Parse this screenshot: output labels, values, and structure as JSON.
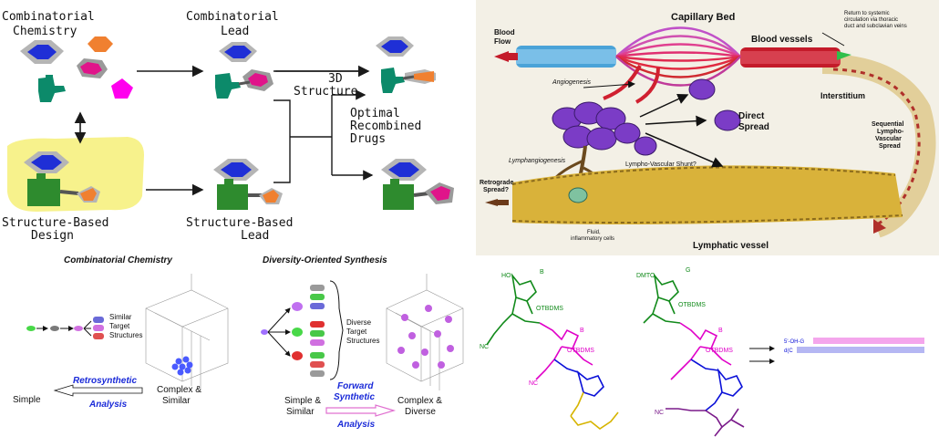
{
  "top_left": {
    "combinatorial_chemistry": [
      "Combinatorial",
      "Chemistry"
    ],
    "combinatorial_lead": [
      "Combinatorial",
      "Lead"
    ],
    "structure_3d": [
      "3D",
      "Structure"
    ],
    "optimal": [
      "Optimal",
      "Recombined",
      "Drugs"
    ],
    "structure_based_design": [
      "Structure-Based",
      "Design"
    ],
    "structure_based_lead": [
      "Structure-Based",
      "Lead"
    ]
  },
  "top_right": {
    "capillary_bed": "Capillary Bed",
    "blood_flow": [
      "Blood",
      "Flow"
    ],
    "blood_vessels": "Blood vessels",
    "return_note": [
      "Return to systemic",
      "circulation via thoracic",
      "duct and subclavian veins"
    ],
    "interstitium": "Interstitium",
    "angiogenesis": "Angiogenesis",
    "direct_spread": [
      "Direct",
      "Spread"
    ],
    "sequential": [
      "Sequential",
      "Lympho-",
      "Vascular",
      "Spread"
    ],
    "lymphangiogenesis": "Lymphangiogenesis",
    "lympho_vascular_shunt": "Lympho-Vascular Shunt?",
    "retrograde": [
      "Retrograde",
      "Spread?"
    ],
    "fluid": [
      "Fluid,",
      "inflammatory cells"
    ],
    "lymphatic_vessel": "Lymphatic vessel"
  },
  "bottom_left": {
    "combinatorial_title": "Combinatorial Chemistry",
    "dos_title": "Diversity-Oriented Synthesis",
    "similar_target": [
      "Similar",
      "Target",
      "Structures"
    ],
    "diverse_target": [
      "Diverse",
      "Target",
      "Structures"
    ],
    "simple": "Simple",
    "retrosynthetic": [
      "Retrosynthetic",
      "Analysis"
    ],
    "complex_similar": [
      "Complex &",
      "Similar"
    ],
    "simple_similar": [
      "Simple &",
      "Similar"
    ],
    "forward_synthetic": [
      "Forward",
      "Synthetic",
      "Analysis"
    ],
    "complex_diverse": [
      "Complex &",
      "Diverse"
    ]
  },
  "bottom_right": {
    "left_top_labels": [
      "HO",
      "B",
      "OTBDMS"
    ],
    "left_mid_labels": [
      "B",
      "OTBDMS"
    ],
    "right_top_labels": [
      "DMTO",
      "G",
      "OTBDMS"
    ],
    "right_mid_labels": [
      "B",
      "OTBDMS"
    ],
    "nc": "NC",
    "formula_line1": "5'-OH-G",
    "formula_line2": "d(C"
  },
  "colors": {
    "arrow_dark": "#1a1a1a",
    "blue_hex": "#1f2fd6",
    "magenta": "#e0148a",
    "green_molecule": "#2a8c3a",
    "orange": "#f08030",
    "yellow_bg": "#f7f28c",
    "lymph_yellow": "#d9b23a",
    "vessel_red": "#c41b2a",
    "capillary_blue": "#4aa3d8",
    "cell_purple": "#7b3cc6",
    "dna_green": "#118a1a",
    "dna_magenta": "#e000c8",
    "dna_blue": "#0a10d8",
    "dna_yellow": "#d6b400",
    "dna_purple": "#7a1a8a"
  }
}
